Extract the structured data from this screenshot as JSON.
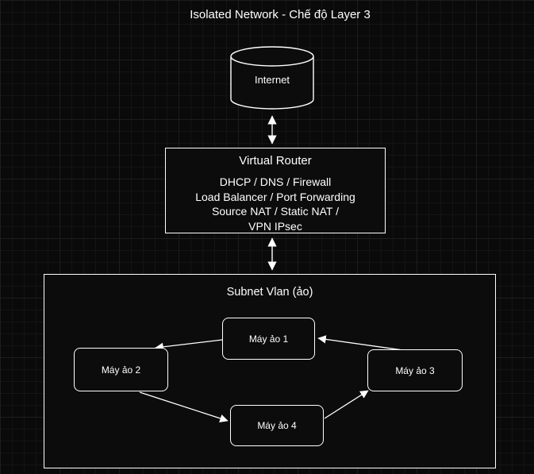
{
  "title": "Isolated Network - Chế độ Layer 3",
  "colors": {
    "background": "#0a0a0a",
    "node_border": "#ffffff",
    "text": "#ffffff"
  },
  "nodes": {
    "internet": {
      "label": "Internet",
      "shape": "cylinder"
    },
    "router": {
      "title": "Virtual Router",
      "lines": [
        "DHCP / DNS / Firewall",
        "Load Balancer / Port Forwarding",
        "Source NAT / Static NAT /",
        "VPN IPsec"
      ]
    },
    "subnet": {
      "title": "Subnet Vlan (ảo)"
    },
    "vms": [
      {
        "label": "Máy ảo 1"
      },
      {
        "label": "Máy ảo 2"
      },
      {
        "label": "Máy ảo 3"
      },
      {
        "label": "Máy ảo 4"
      }
    ]
  },
  "edges": [
    {
      "from": "Internet",
      "to": "Virtual Router",
      "direction": "bidirectional"
    },
    {
      "from": "Virtual Router",
      "to": "Subnet Vlan (ảo)",
      "direction": "bidirectional"
    },
    {
      "from": "Máy ảo 1",
      "to": "Máy ảo 2",
      "direction": "one-way"
    },
    {
      "from": "Máy ảo 3",
      "to": "Máy ảo 1",
      "direction": "one-way"
    },
    {
      "from": "Máy ảo 2",
      "to": "Máy ảo 4",
      "direction": "one-way"
    },
    {
      "from": "Máy ảo 4",
      "to": "Máy ảo 3",
      "direction": "one-way"
    }
  ]
}
